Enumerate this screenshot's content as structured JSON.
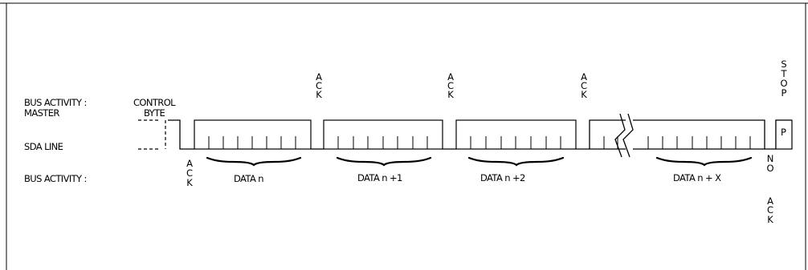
{
  "labels": {
    "bus_activity_master": "BUS ACTIVITY :",
    "master": "MASTER",
    "control": "CONTROL",
    "byte": "BYTE",
    "sda_line": "SDA LINE",
    "bus_activity_slave": "BUS ACTIVITY :",
    "ack": "ACK",
    "stop": "STOP",
    "no": "NO",
    "p": "P"
  },
  "data_groups": [
    {
      "label": "DATA n"
    },
    {
      "label": "DATA n +1"
    },
    {
      "label": "DATA n +2"
    },
    {
      "label": "DATA n + X"
    }
  ]
}
